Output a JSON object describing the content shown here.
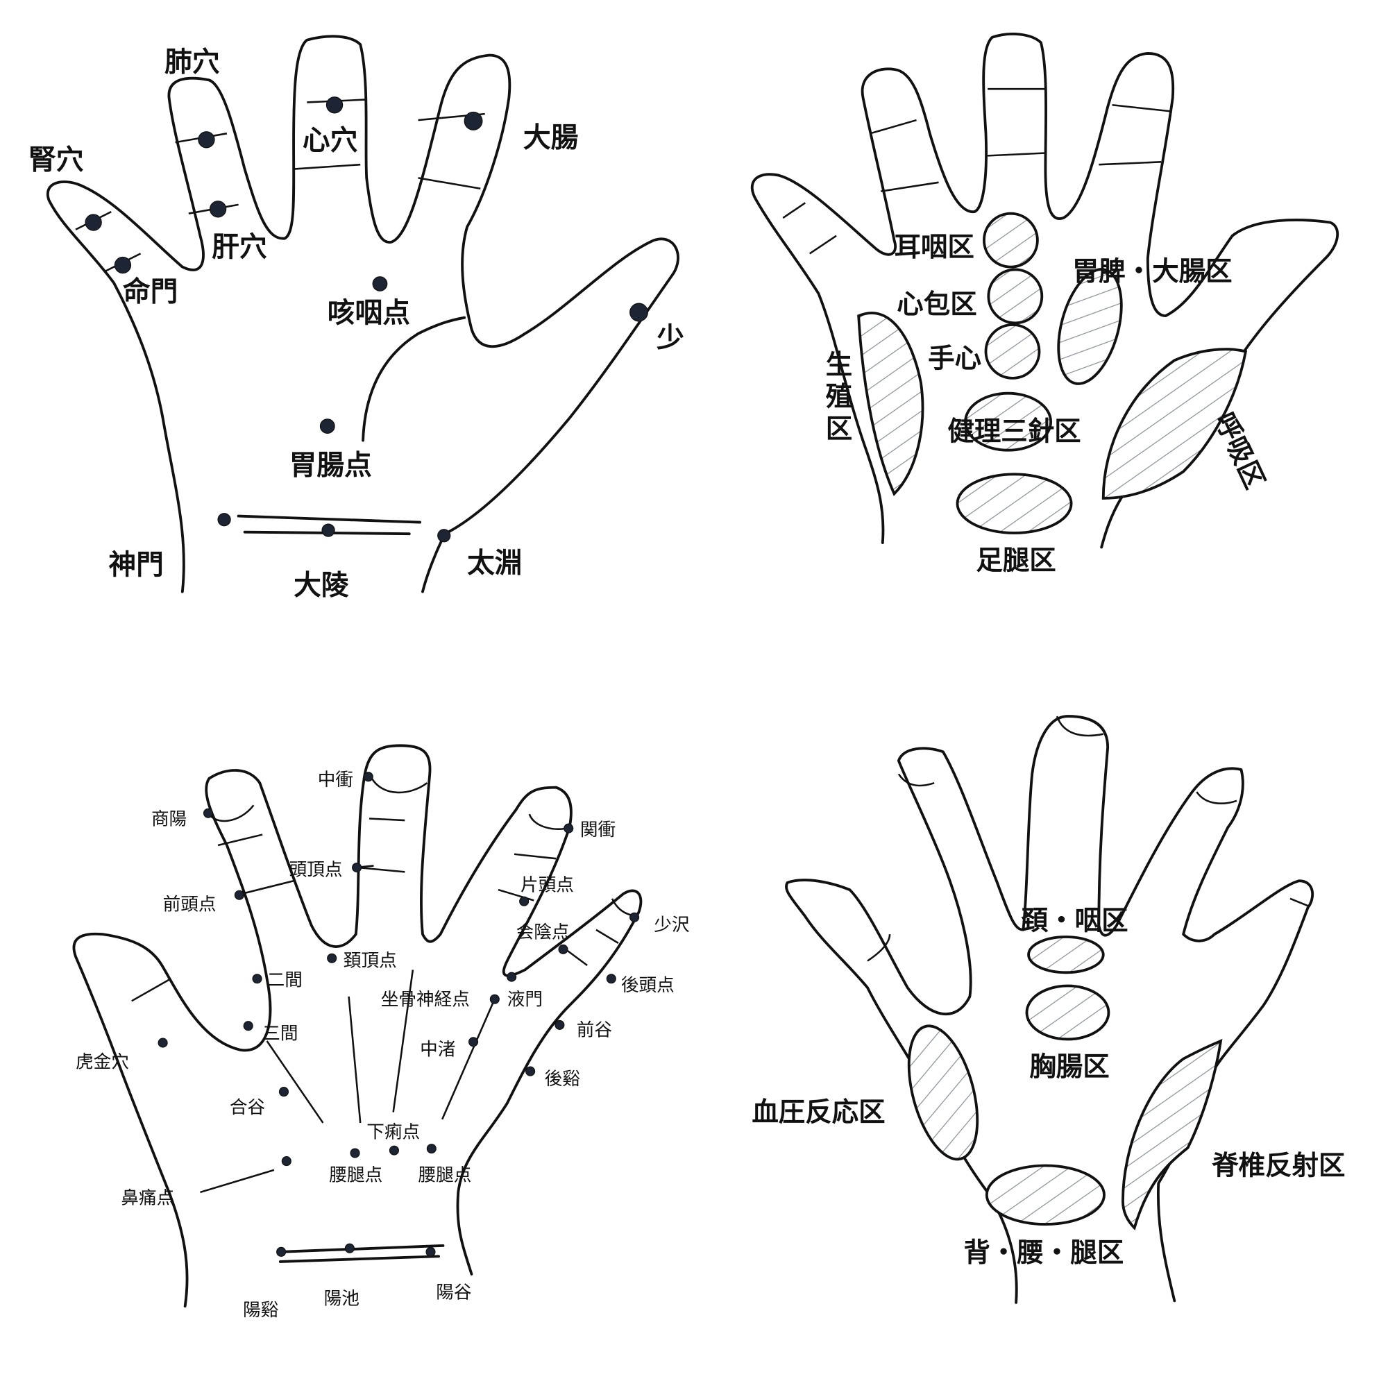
{
  "colors": {
    "ink": "#111111",
    "dot": "#1d2433",
    "hatch": "#8a9099"
  },
  "top_left": {
    "labels": [
      "腎穴",
      "肺穴",
      "心穴",
      "大腸",
      "肝穴",
      "命門",
      "咳咽点",
      "少",
      "胃腸点",
      "神門",
      "大陵",
      "太淵"
    ]
  },
  "top_right": {
    "labels": [
      "耳咽区",
      "心包区",
      "手心",
      "健理三針区",
      "足腿区",
      "胃脾・大腸区",
      "生",
      "殖",
      "区",
      "呼吸区"
    ]
  },
  "bottom_left": {
    "labels": [
      "中衝",
      "商陽",
      "関衝",
      "頭頂点",
      "前頭点",
      "片頭点",
      "会陰点",
      "少沢",
      "頚頂点",
      "二間",
      "後頭点",
      "坐骨神経点",
      "液門",
      "三間",
      "前谷",
      "虎金穴",
      "中渚",
      "後谿",
      "合谷",
      "下痢点",
      "腰腿点",
      "腰腿点",
      "鼻痛点",
      "陽谿",
      "陽池",
      "陽谷"
    ]
  },
  "bottom_right": {
    "labels": [
      "頚・咽区",
      "胸腸区",
      "血圧反応区",
      "脊椎反射区",
      "背・腰・腿区"
    ]
  }
}
